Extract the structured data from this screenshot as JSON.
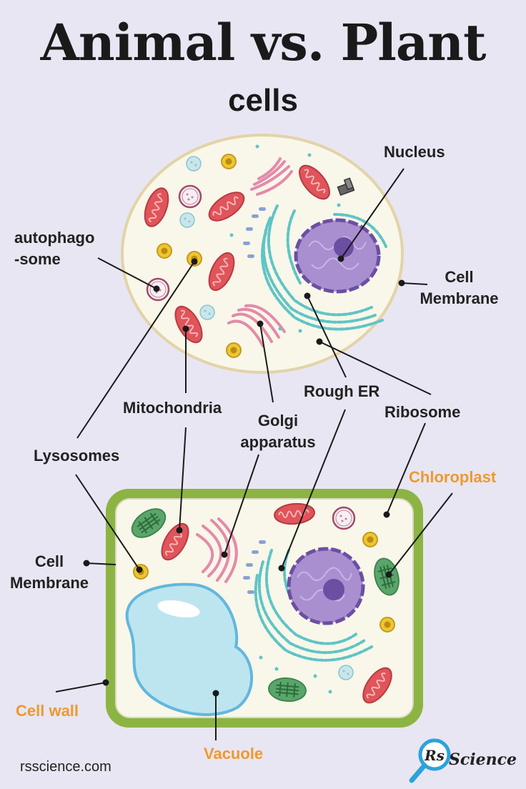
{
  "header": {
    "title": "Animal vs. Plant",
    "subtitle": "cells"
  },
  "labels": {
    "nucleus": "Nucleus",
    "autophagosome_line1": "autophago",
    "autophagosome_line2": "-some",
    "animal_cell_membrane_line1": "Cell",
    "animal_cell_membrane_line2": "Membrane",
    "rough_er": "Rough ER",
    "mitochondria": "Mitochondria",
    "golgi_line1": "Golgi",
    "golgi_line2": "apparatus",
    "ribosome": "Ribosome",
    "lysosomes": "Lysosomes",
    "chloroplast": "Chloroplast",
    "plant_cell_membrane_line1": "Cell",
    "plant_cell_membrane_line2": "Membrane",
    "cell_wall": "Cell wall",
    "vacuole": "Vacuole"
  },
  "footer": {
    "website": "rsscience.com",
    "logo_mark": "Rs",
    "logo_text": "Science"
  },
  "colors": {
    "background": "#e8e6f2",
    "cytoplasm": "#f8f7e9",
    "cell_wall": "#8cb443",
    "accent_orange": "#f0982e",
    "nucleus": "#a98fd0",
    "er": "#5fc4c6",
    "golgi": "#e48aaa",
    "mitochondria": "#e0545a",
    "chloroplast": "#5aa66a",
    "vacuole": "#bde5f0",
    "lysosome": "#f0c533",
    "vesicle_blue": "#8d9fd8"
  },
  "icons": [
    "centrosome-icon",
    "magnifier-icon"
  ]
}
